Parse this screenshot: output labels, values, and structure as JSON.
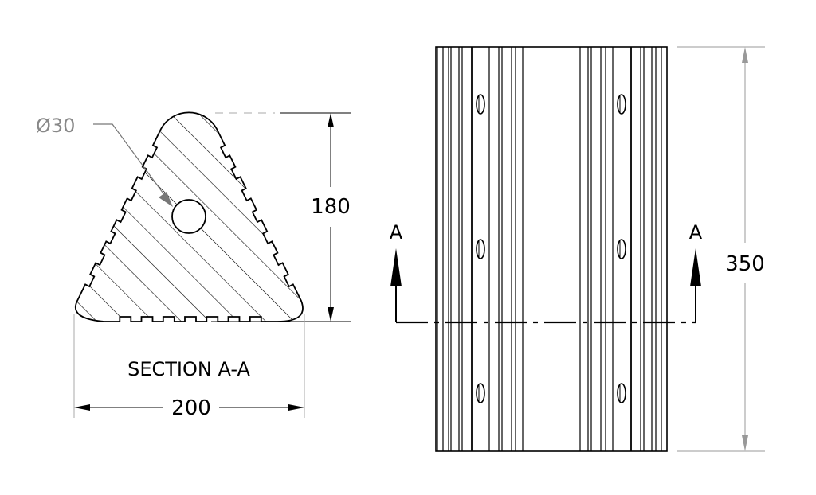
{
  "section_view": {
    "title": "SECTION A-A",
    "hole_dimension": "Ø30",
    "height_dimension": "180",
    "width_dimension": "200"
  },
  "side_view": {
    "length_dimension": "350",
    "section_label_left": "A",
    "section_label_right": "A"
  },
  "colors": {
    "line": "#000000",
    "leader": "#777777",
    "dim": "#999999"
  }
}
